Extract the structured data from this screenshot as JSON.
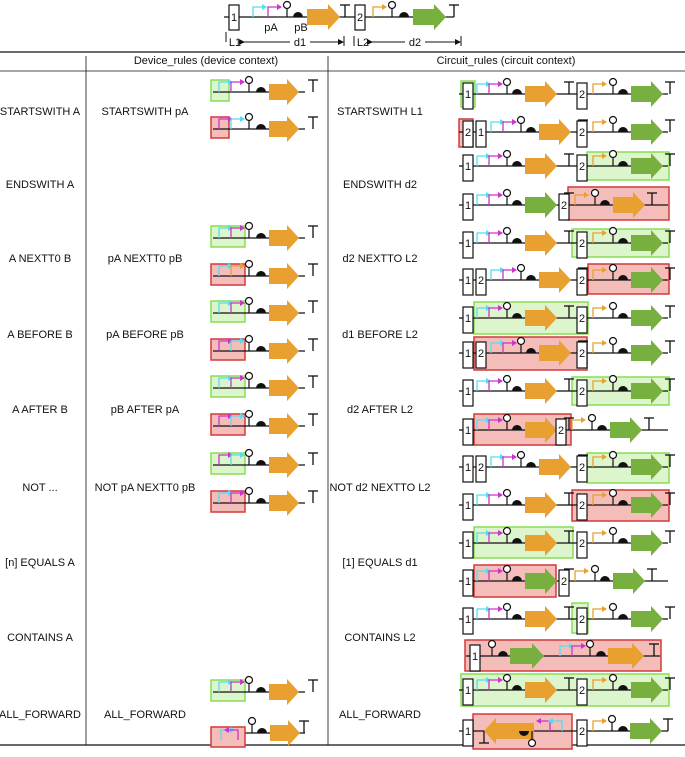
{
  "legend": {
    "labels": {
      "L1": "1",
      "L2": "2",
      "pA": "pA",
      "pB": "pB",
      "dim_L1": "L1",
      "dim_d1": "d1",
      "dim_L2": "L2",
      "dim_d2": "d2"
    }
  },
  "headers": {
    "device": "Device_rules (device context)",
    "circuit": "Circuit_rules (circuit context)"
  },
  "rows": [
    {
      "name": "STARTSWITH A",
      "device_rule": "STARTSWITH pA",
      "circuit_rule": "STARTSWITH L1"
    },
    {
      "name": "ENDSWITH A",
      "device_rule": "",
      "circuit_rule": "ENDSWITH d2"
    },
    {
      "name": "A NEXTT0 B",
      "device_rule": "pA NEXTT0 pB",
      "circuit_rule": "d2 NEXTTO L2"
    },
    {
      "name": "A BEFORE B",
      "device_rule": "pA BEFORE pB",
      "circuit_rule": "d1 BEFORE L2"
    },
    {
      "name": "A AFTER B",
      "device_rule": "pB AFTER pA",
      "circuit_rule": "d2 AFTER L2"
    },
    {
      "name": "NOT ...",
      "device_rule": "NOT pA NEXTT0 pB",
      "circuit_rule": "NOT d2 NEXTTO L2"
    },
    {
      "name": "[n] EQUALS A",
      "device_rule": "",
      "circuit_rule": "[1] EQUALS d1"
    },
    {
      "name": "CONTAINS A",
      "device_rule": "",
      "circuit_rule": "CONTAINS L2"
    },
    {
      "name": "ALL_FORWARD",
      "device_rule": "ALL_FORWARD",
      "circuit_rule": "ALL_FORWARD"
    }
  ],
  "colors": {
    "orange_cds": "#E8A030",
    "green_cds": "#78B040",
    "promoter_pA": "#55DDEE",
    "promoter_pB": "#CC33CC",
    "valid_fill": "#DDF5CC",
    "valid_stroke": "#88DD55",
    "invalid_fill": "#F5BDBA",
    "invalid_stroke": "#D23A3A"
  }
}
